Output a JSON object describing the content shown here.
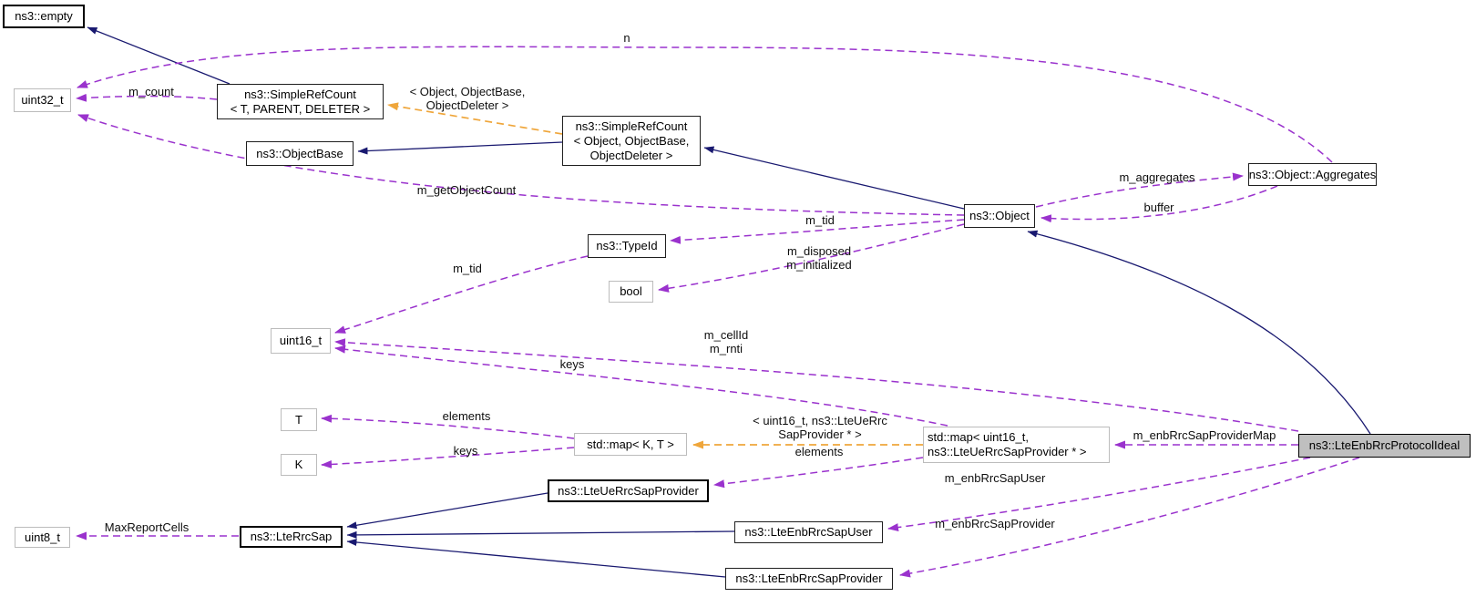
{
  "diagram": {
    "kind": "doxygen-collaboration-graph",
    "focus_class": "ns3::LteEnbRrcProtocolIdeal",
    "colors": {
      "inheritance_edge": "#191970",
      "usage_edge": "#9a32cd",
      "template_edge": "#efa63b",
      "focus_fill": "#bfbfbf",
      "node_fill": "#ffffff",
      "node_border": "#1f1f1f",
      "type_node_border": "#bcbcbc"
    }
  },
  "nodes": {
    "empty": {
      "label": "ns3::empty"
    },
    "uint32": {
      "label": "uint32_t"
    },
    "srcT": {
      "label": "ns3::SimpleRefCount\n< T, PARENT, DELETER >"
    },
    "objectBase": {
      "label": "ns3::ObjectBase"
    },
    "srcObj": {
      "label": "ns3::SimpleRefCount\n< Object, ObjectBase,\nObjectDeleter >"
    },
    "object": {
      "label": "ns3::Object"
    },
    "aggregates": {
      "label": "ns3::Object::Aggregates"
    },
    "typeId": {
      "label": "ns3::TypeId"
    },
    "boolType": {
      "label": "bool"
    },
    "uint16": {
      "label": "uint16_t"
    },
    "tParam": {
      "label": "T"
    },
    "kParam": {
      "label": "K"
    },
    "mapKT": {
      "label": "std::map< K, T >"
    },
    "mapU16": {
      "label": "std::map< uint16_t,\nns3::LteUeRrcSapProvider * >"
    },
    "focus": {
      "label": "ns3::LteEnbRrcProtocolIdeal"
    },
    "ueSapProvider": {
      "label": "ns3::LteUeRrcSapProvider"
    },
    "lteRrcSap": {
      "label": "ns3::LteRrcSap"
    },
    "enbSapUser": {
      "label": "ns3::LteEnbRrcSapUser"
    },
    "enbSapProvider": {
      "label": "ns3::LteEnbRrcSapProvider"
    },
    "uint8": {
      "label": "uint8_t"
    }
  },
  "labels": {
    "n": "n",
    "m_count": "m_count",
    "tmpl_src": "< Object, ObjectBase,\nObjectDeleter >",
    "m_getObjectCount": "m_getObjectCount",
    "m_aggregates": "m_aggregates",
    "buffer": "buffer",
    "m_tid_obj": "m_tid",
    "m_disposed": "m_disposed\nm_initialized",
    "m_tid_typeid": "m_tid",
    "m_cellid": "m_cellId\nm_rnti",
    "keys_u16": "keys",
    "elements_kt": "elements",
    "keys_kt": "keys",
    "tmpl_map": "< uint16_t, ns3::LteUeRrc\nSapProvider * >",
    "elements_map": "elements",
    "providerMap": "m_enbRrcSapProviderMap",
    "sapUser": "m_enbRrcSapUser",
    "sapProvider": "m_enbRrcSapProvider",
    "maxReportCells": "MaxReportCells"
  },
  "edges": [
    {
      "from": "ns3::SimpleRefCount< T, PARENT, DELETER >",
      "to": "ns3::empty",
      "type": "inheritance"
    },
    {
      "from": "ns3::SimpleRefCount< Object, ObjectBase, ObjectDeleter >",
      "to": "ns3::ObjectBase",
      "type": "inheritance"
    },
    {
      "from": "ns3::Object",
      "to": "ns3::SimpleRefCount< Object, ObjectBase, ObjectDeleter >",
      "type": "inheritance"
    },
    {
      "from": "ns3::LteEnbRrcProtocolIdeal",
      "to": "ns3::Object",
      "type": "inheritance"
    },
    {
      "from": "ns3::LteUeRrcSapProvider",
      "to": "ns3::LteRrcSap",
      "type": "inheritance"
    },
    {
      "from": "ns3::LteEnbRrcSapUser",
      "to": "ns3::LteRrcSap",
      "type": "inheritance"
    },
    {
      "from": "ns3::LteEnbRrcSapProvider",
      "to": "ns3::LteRrcSap",
      "type": "inheritance"
    },
    {
      "from": "ns3::SimpleRefCount< Object, ObjectBase, ObjectDeleter >",
      "to": "ns3::SimpleRefCount< T, PARENT, DELETER >",
      "type": "template-instance",
      "label": "< Object, ObjectBase,\nObjectDeleter >"
    },
    {
      "from": "std::map< uint16_t, ns3::LteUeRrcSapProvider * >",
      "to": "std::map< K, T >",
      "type": "template-instance",
      "label": "< uint16_t, ns3::LteUeRrc\nSapProvider * >"
    },
    {
      "from": "ns3::SimpleRefCount< T, PARENT, DELETER >",
      "to": "uint32_t",
      "type": "usage",
      "label": "m_count"
    },
    {
      "from": "ns3::Object::Aggregates",
      "to": "uint32_t",
      "type": "usage",
      "label": "n"
    },
    {
      "from": "ns3::Object",
      "to": "uint32_t",
      "type": "usage",
      "label": "m_getObjectCount"
    },
    {
      "from": "ns3::Object",
      "to": "ns3::Object::Aggregates",
      "type": "usage",
      "label": "m_aggregates"
    },
    {
      "from": "ns3::Object::Aggregates",
      "to": "ns3::Object",
      "type": "usage",
      "label": "buffer"
    },
    {
      "from": "ns3::Object",
      "to": "ns3::TypeId",
      "type": "usage",
      "label": "m_tid"
    },
    {
      "from": "ns3::Object",
      "to": "bool",
      "type": "usage",
      "label": "m_disposed\nm_initialized"
    },
    {
      "from": "ns3::TypeId",
      "to": "uint16_t",
      "type": "usage",
      "label": "m_tid"
    },
    {
      "from": "ns3::LteEnbRrcProtocolIdeal",
      "to": "uint16_t",
      "type": "usage",
      "label": "m_cellId\nm_rnti"
    },
    {
      "from": "std::map< uint16_t, ns3::LteUeRrcSapProvider * >",
      "to": "uint16_t",
      "type": "usage",
      "label": "keys"
    },
    {
      "from": "std::map< K, T >",
      "to": "T",
      "type": "usage",
      "label": "elements"
    },
    {
      "from": "std::map< K, T >",
      "to": "K",
      "type": "usage",
      "label": "keys"
    },
    {
      "from": "std::map< uint16_t, ns3::LteUeRrcSapProvider * >",
      "to": "ns3::LteUeRrcSapProvider",
      "type": "usage",
      "label": "elements"
    },
    {
      "from": "ns3::LteEnbRrcProtocolIdeal",
      "to": "std::map< uint16_t, ns3::LteUeRrcSapProvider * >",
      "type": "usage",
      "label": "m_enbRrcSapProviderMap"
    },
    {
      "from": "ns3::LteEnbRrcProtocolIdeal",
      "to": "ns3::LteEnbRrcSapUser",
      "type": "usage",
      "label": "m_enbRrcSapUser"
    },
    {
      "from": "ns3::LteEnbRrcProtocolIdeal",
      "to": "ns3::LteEnbRrcSapProvider",
      "type": "usage",
      "label": "m_enbRrcSapProvider"
    },
    {
      "from": "ns3::LteRrcSap",
      "to": "uint8_t",
      "type": "usage",
      "label": "MaxReportCells"
    }
  ]
}
